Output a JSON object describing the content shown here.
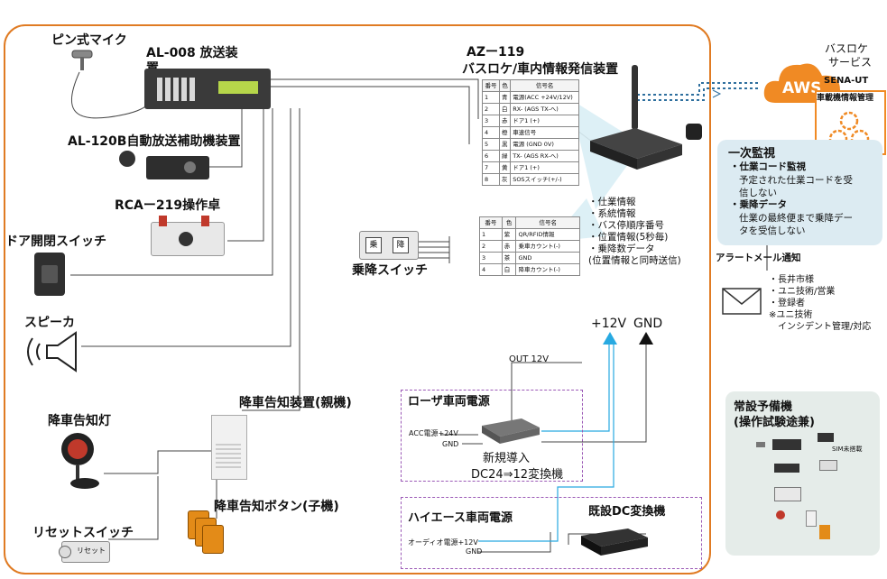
{
  "devices": {
    "pin_mic": "ピン式マイク",
    "al008_line1": "AL-008 放送装",
    "al008_line2": "置",
    "al120b": "AL-120B自動放送補助機装置",
    "rca219": "RCAー219操作卓",
    "door_switch": "ドア開閉スイッチ",
    "speaker": "スピーカ",
    "getoff_lamp": "降車告知灯",
    "reset_switch": "リセットスイッチ",
    "notify_parent": "降車告知装置(親機)",
    "notify_child": "降車告知ボタン(子機)",
    "reset_sticker": "リセット",
    "az119_line1": "AZー119",
    "az119_line2": "バスロケ/車内情報発信装置",
    "boarding_switch": "乗降スイッチ",
    "boarding_key_on": "乗",
    "boarding_key_off": "降"
  },
  "az_table": {
    "headers": [
      "番号",
      "色",
      "信号名"
    ],
    "rows": [
      [
        "1",
        "青",
        "電源(ACC +24V/12V)"
      ],
      [
        "2",
        "白",
        "RX- (AGS TX-へ)"
      ],
      [
        "3",
        "赤",
        "ドア1 (+)"
      ],
      [
        "4",
        "橙",
        "車速信号"
      ],
      [
        "5",
        "黒",
        "電源 (GND 0V)"
      ],
      [
        "6",
        "緑",
        "TX- (AGS RX-へ)"
      ],
      [
        "7",
        "黄",
        "ドア1 (+)"
      ],
      [
        "8",
        "灰",
        "SOSスイッチ(+/-)"
      ]
    ]
  },
  "boarding_table": {
    "headers": [
      "番号",
      "色",
      "信号名"
    ],
    "rows": [
      [
        "1",
        "紫",
        "QR/RFID情報"
      ],
      [
        "2",
        "赤",
        "乗車カウント(-)"
      ],
      [
        "3",
        "茶",
        "GND"
      ],
      [
        "4",
        "白",
        "降車カウント(-)"
      ]
    ]
  },
  "info_list": [
    "・仕業情報",
    "・系統情報",
    "・バス停順序番号",
    "・位置情報(5秒毎)",
    "・乗降数データ",
    "(位置情報と同時送信)"
  ],
  "cloud": {
    "service_line1": "バスロケ",
    "service_line2": "サービス",
    "aws": "AWS",
    "sena_line1": "SENA-UT",
    "sena_line2": "車載機情報管理"
  },
  "monitor": {
    "title": "一次監視",
    "item1_head": "・仕業コード監視",
    "item1_line1": "予定された仕業コードを受",
    "item1_line2": "信しない",
    "item2_head": "・乗降データ",
    "item2_line1": "仕業の最終便まで乗降デー",
    "item2_line2": "タを受信しない"
  },
  "alert": {
    "title": "アラートメール通知",
    "recipients": [
      "・長井市様",
      "・ユニ技術/営業",
      "・登録者",
      "※ユニ技術",
      "インシデント管理/対応"
    ]
  },
  "power": {
    "plus12": "+12V",
    "gnd": "GND",
    "out12": "OUT 12V",
    "rosa_title": "ローザ車両電源",
    "acc24": "ACC電源+24V",
    "rosa_gnd": "GND",
    "new_line1": "新規導入",
    "new_line2": "DC24⇒12変換機",
    "hiace_title": "ハイエース車両電源",
    "existing_conv": "既設DC変換機",
    "audio12": "オーディオ電源+12V",
    "hiace_gnd": "GND"
  },
  "spare": {
    "title_line1": "常設予備機",
    "title_line2": "(操作試験途兼)",
    "sim_note": "SIM未搭載"
  },
  "colors": {
    "frame": "#e07b23",
    "wire": "#444444",
    "cyan": "#27a9e1",
    "note_bg": "#dcebf2",
    "spare_bg": "#e5ece9",
    "dash": "#9b59b6"
  }
}
